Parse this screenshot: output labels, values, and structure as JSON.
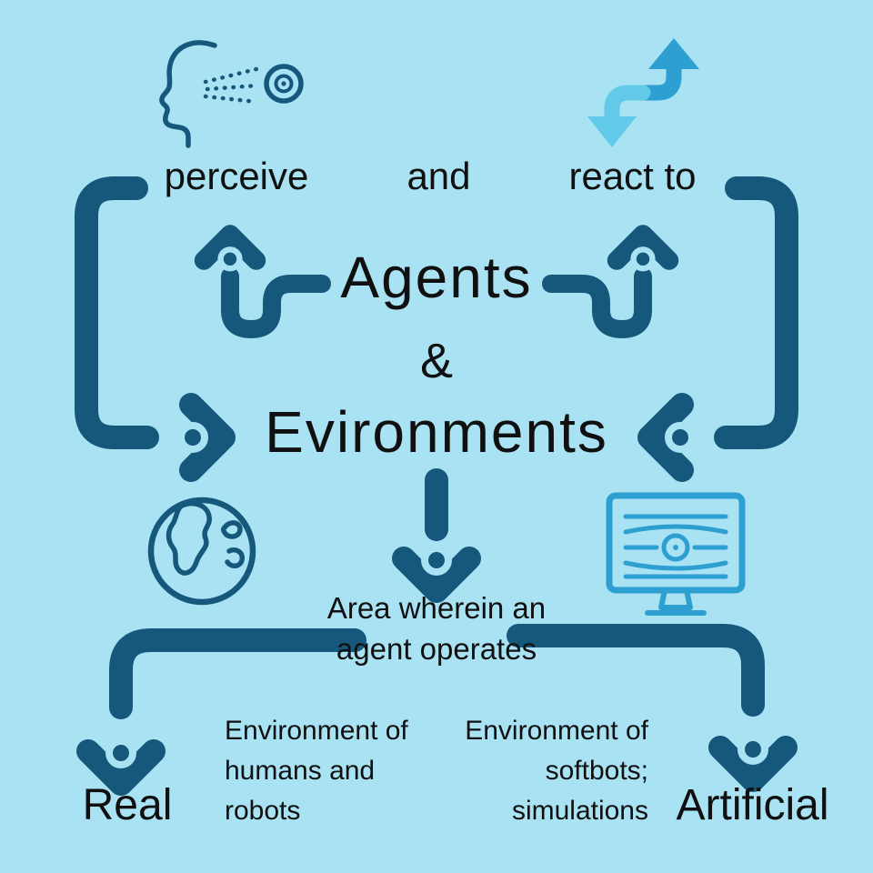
{
  "palette": {
    "background": "#a9e2f3",
    "dark_blue": "#15587c",
    "mid_blue": "#2d9fd1",
    "cyan": "#62c9e9",
    "text": "#101010"
  },
  "header": {
    "perceive": "perceive",
    "and": "and",
    "react_to": "react to"
  },
  "title": {
    "line1": "Agents",
    "amp": "&",
    "line2": "Evironments"
  },
  "center": {
    "area_line1": "Area wherein an",
    "area_line2": "agent operates"
  },
  "branches": {
    "real": {
      "label": "Real",
      "desc_lines": [
        "Environment of",
        "humans and",
        "robots"
      ]
    },
    "artificial": {
      "label": "Artificial",
      "desc_lines": [
        "Environment of",
        "softbots;",
        "simulations"
      ]
    }
  },
  "icons": {
    "top_left": "face-perceive-icon",
    "top_right": "zigzag-arrows-icon",
    "bottom_left": "globe-icon",
    "bottom_right": "monitor-icon"
  }
}
